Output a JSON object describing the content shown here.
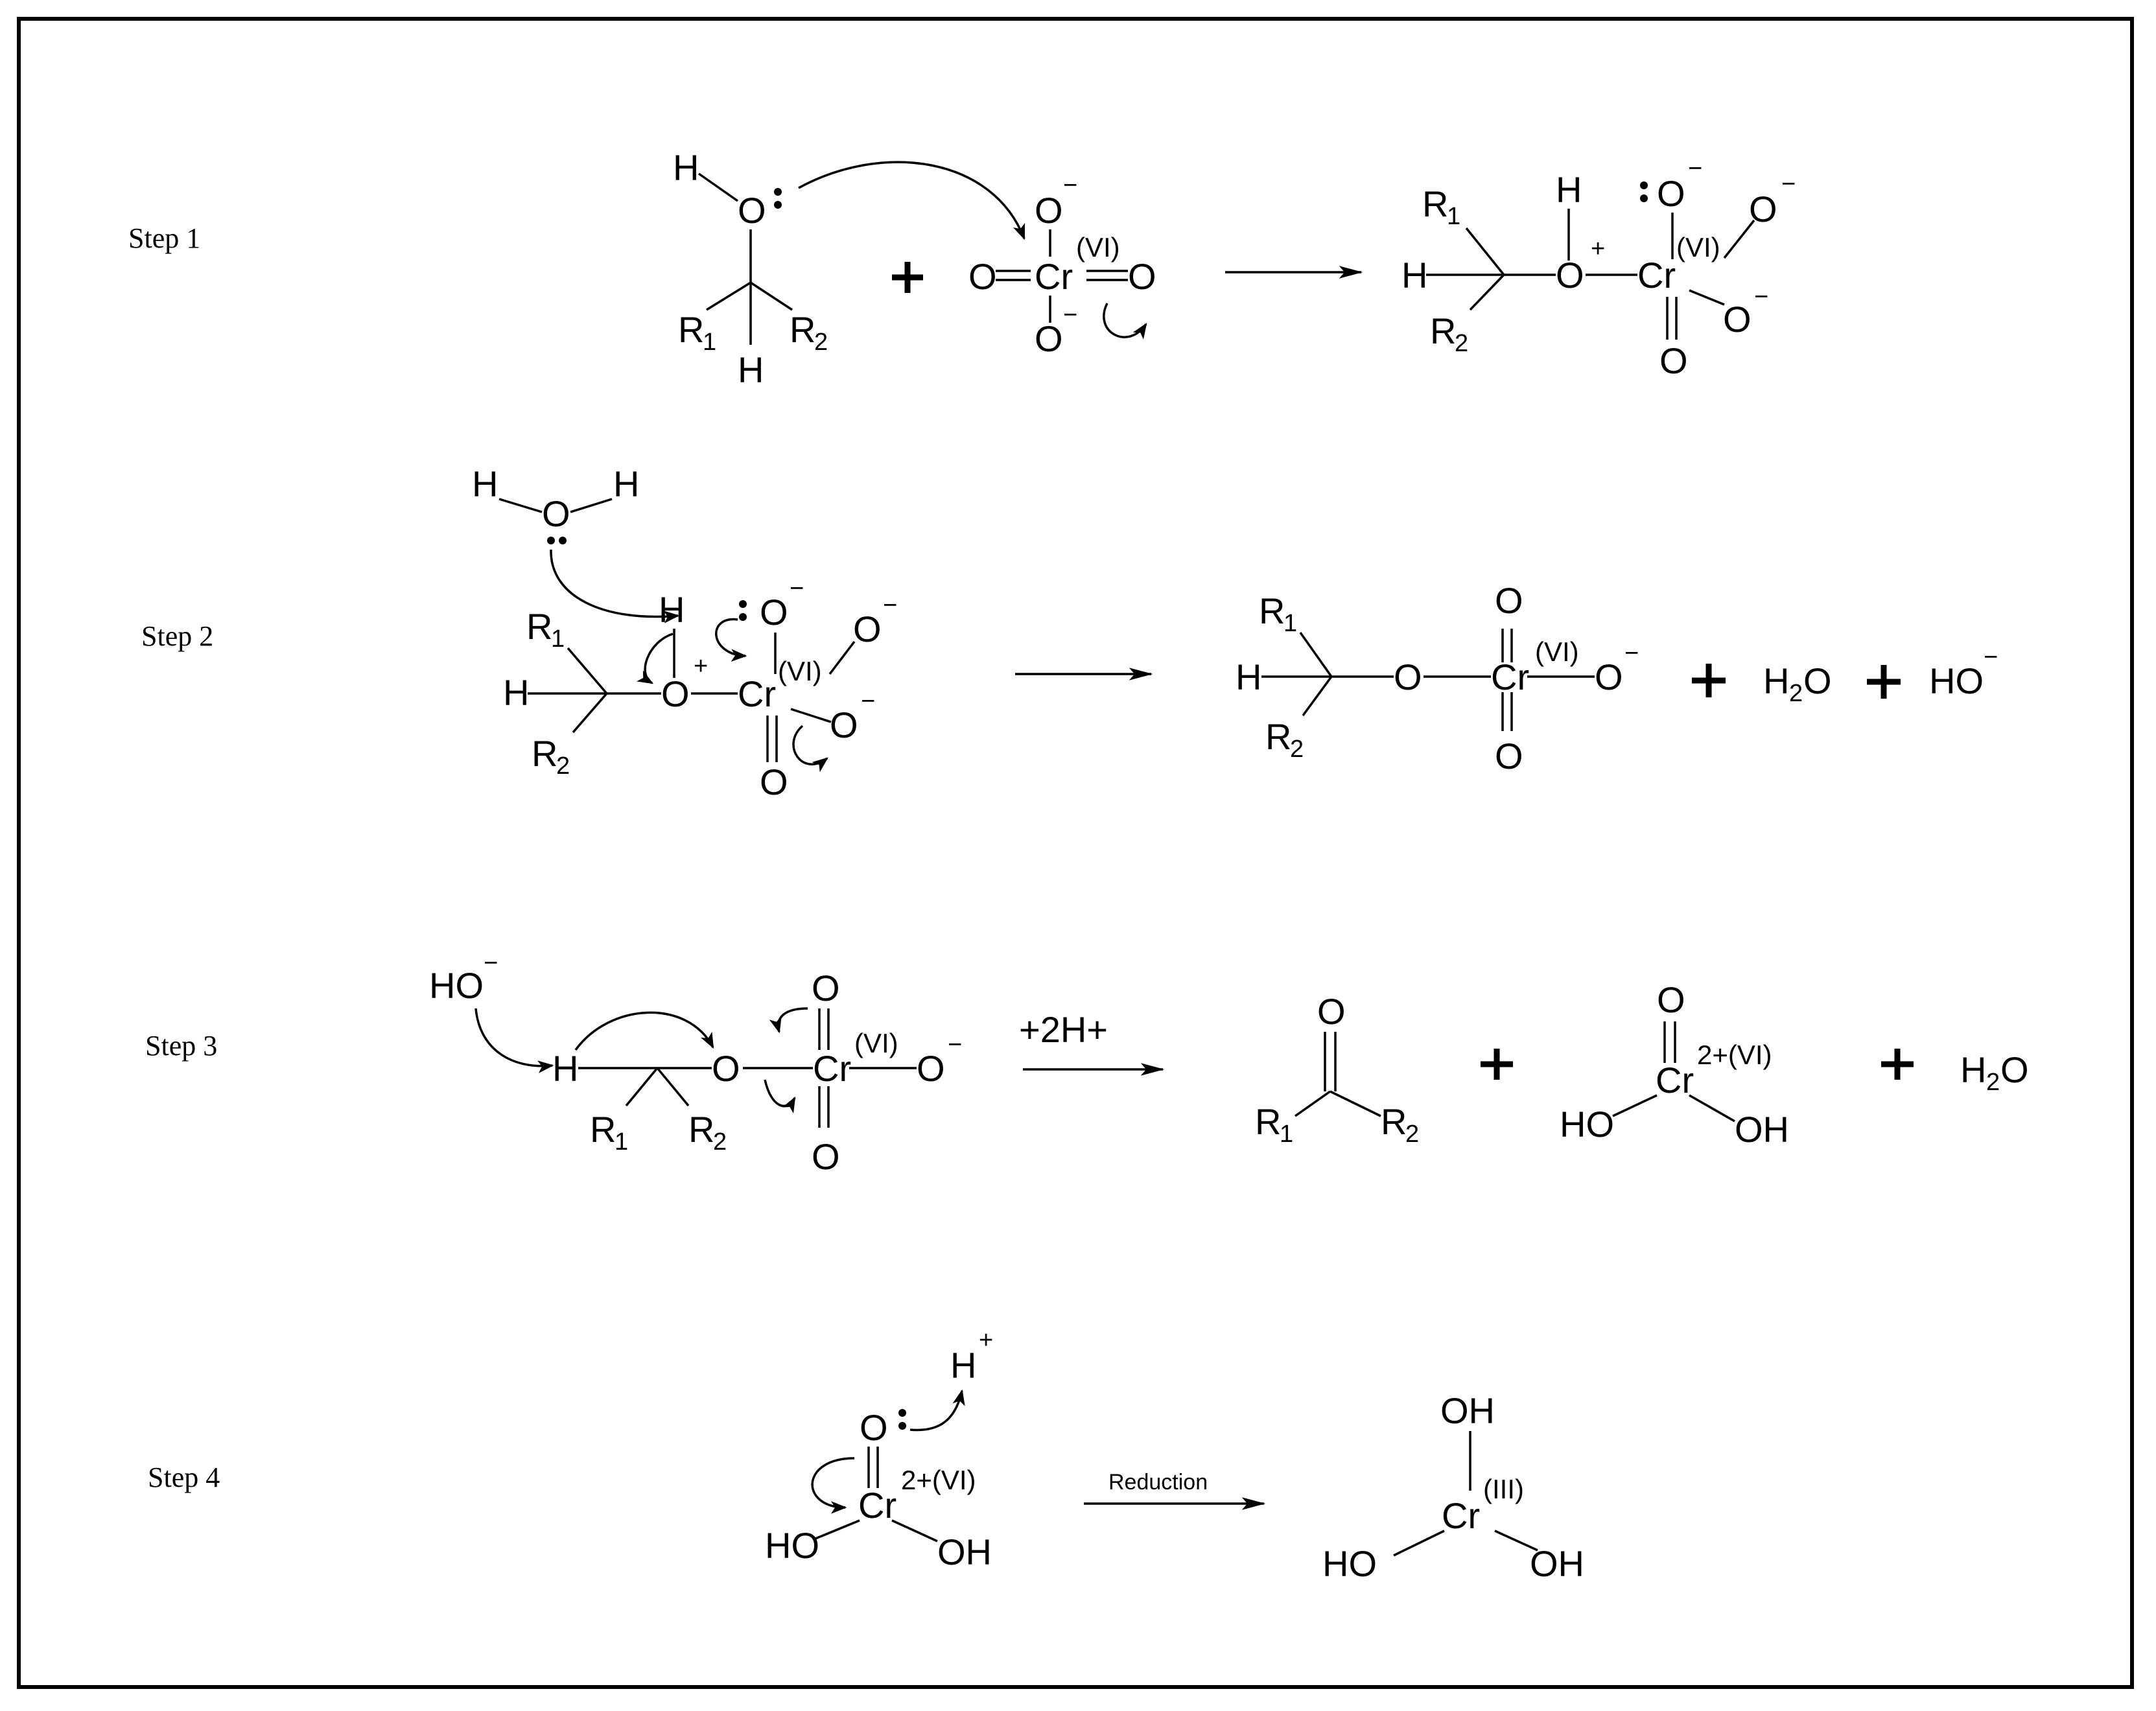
{
  "steps": [
    {
      "label": "Step 1"
    },
    {
      "label": "Step 2"
    },
    {
      "label": "Step 3",
      "condition": "+2H+"
    },
    {
      "label": "Step 4",
      "condition": "Reduction"
    }
  ],
  "atoms": {
    "H": "H",
    "O": "O",
    "Cr": "Cr",
    "R": "R",
    "HO": "HO",
    "OH": "OH",
    "H2O_H": "H",
    "H2O_O": "O"
  },
  "charges": {
    "minus": "−",
    "plus": "+"
  },
  "subscripts": {
    "one": "1",
    "two": "2"
  },
  "oxidation_states": {
    "vi": "(VI)",
    "vi_2plus": "2+(VI)",
    "iii": "(III)"
  }
}
